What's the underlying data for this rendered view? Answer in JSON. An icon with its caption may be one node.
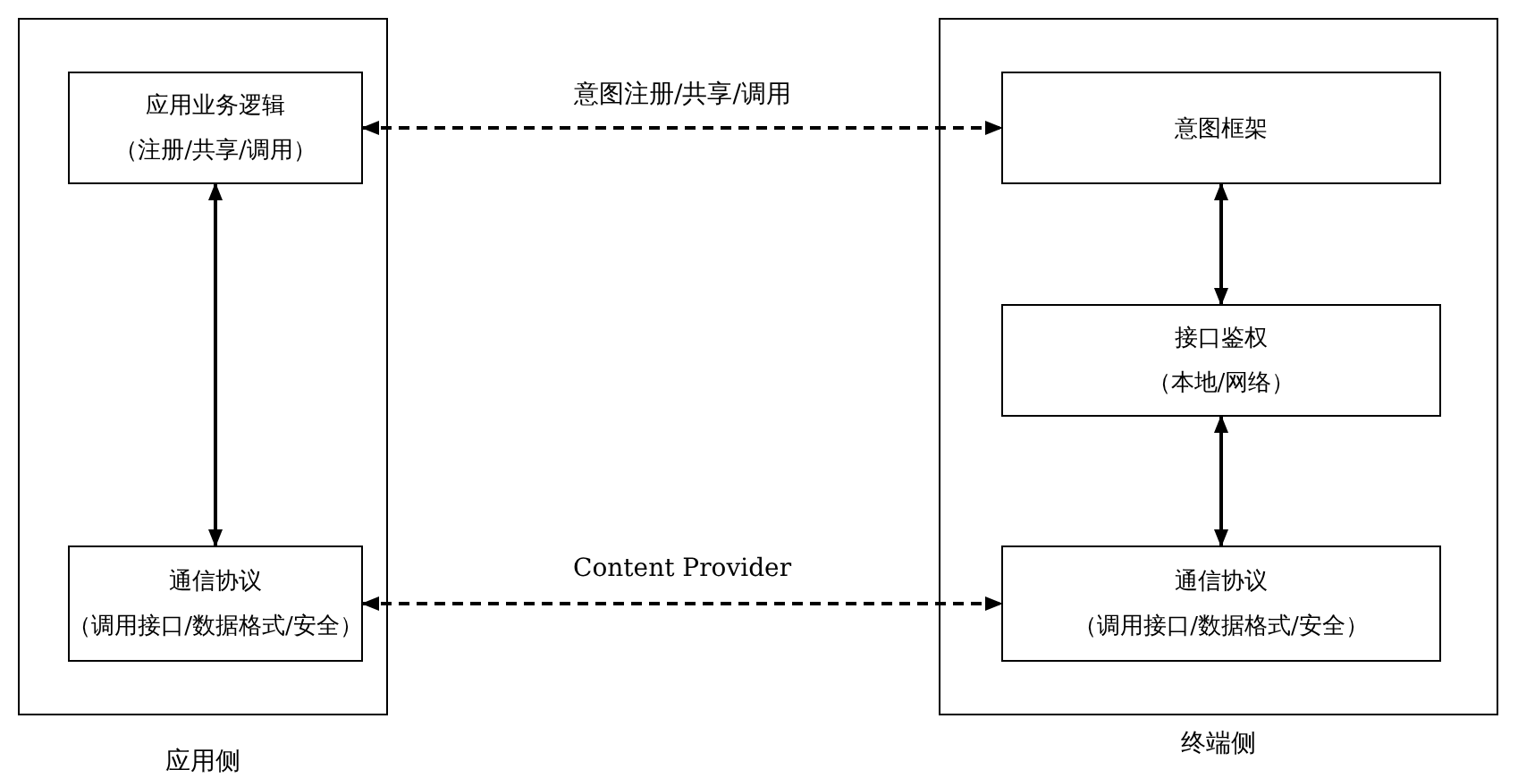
{
  "diagram": {
    "nodes": [
      {
        "text": [
          "应用侧"
        ]
      },
      {
        "text": [
          "应用业务逻辑",
          "（注册/共享/调用）"
        ],
        "in": 0
      },
      {
        "text": [
          "通信协议",
          "（调用接口/数据格式/安全）"
        ],
        "in": 0
      },
      {
        "text": [
          "终端侧"
        ]
      },
      {
        "text": [
          "意图框架"
        ],
        "in": 3
      },
      {
        "text": [
          "接口鉴权",
          "（本地/网络）"
        ],
        "in": 3
      },
      {
        "text": [
          "通信协议",
          "（调用接口/数据格式/安全）"
        ],
        "in": 3
      }
    ],
    "edges": [
      {
        "from": 1,
        "to": 4,
        "arrow": "both",
        "style": "dashed",
        "label": "意图注册/共享/调用"
      },
      {
        "from": 1,
        "to": 2,
        "arrow": "both"
      },
      {
        "from": 4,
        "to": 5,
        "arrow": "both"
      },
      {
        "from": 5,
        "to": 6,
        "arrow": "both"
      },
      {
        "from": 2,
        "to": 6,
        "arrow": "both",
        "style": "dashed",
        "label": "Content Provider"
      }
    ]
  }
}
